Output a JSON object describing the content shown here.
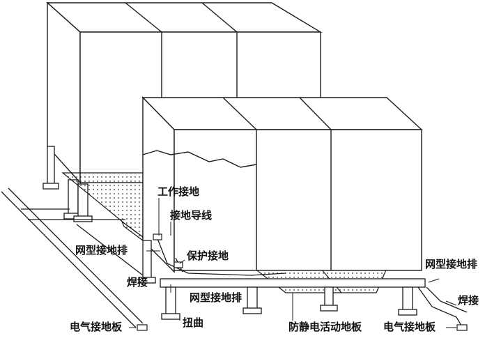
{
  "labels": {
    "work_ground": "工作接地",
    "ground_lead": "接地导线",
    "mesh_bar_left": "网型接地排",
    "protect_ground": "保护接地",
    "weld_left": "焊接",
    "mesh_bar_mid": "网型接地排",
    "elec_plate_left": "电气接地板",
    "twist": "扭曲",
    "antistatic_floor": "防静电活动地板",
    "elec_plate_right": "电气接地板",
    "mesh_bar_right": "网型接地排",
    "weld_right": "焊接"
  },
  "colors": {
    "line": "#1a1a1a",
    "cabinet_fill": "#ffffff",
    "floor_dots": "#333333"
  }
}
